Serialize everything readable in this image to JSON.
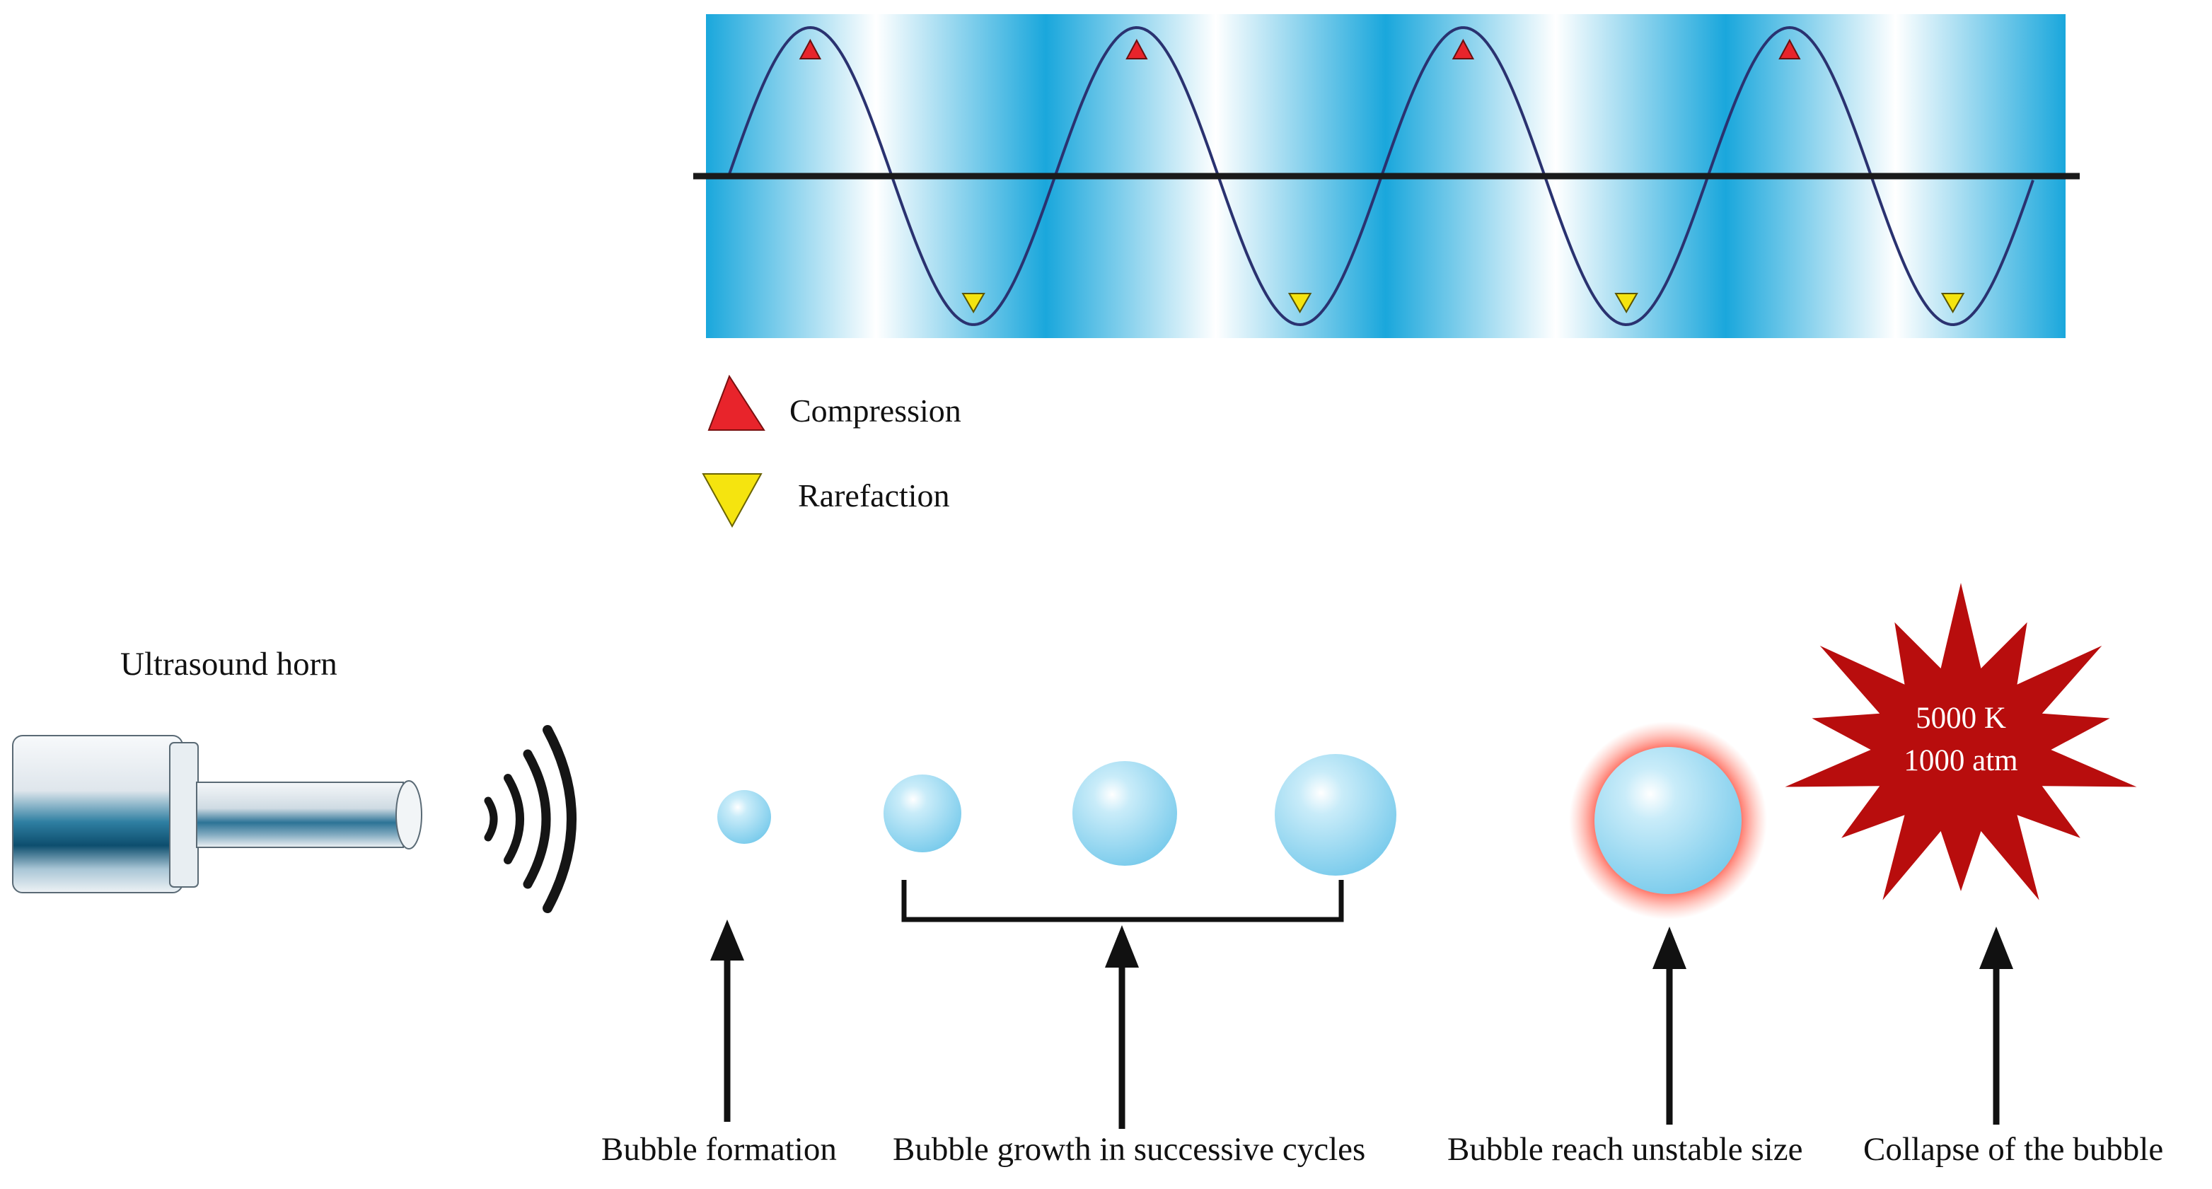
{
  "legend": {
    "compression": "Compression",
    "rarefaction": "Rarefaction"
  },
  "horn": {
    "label": "Ultrasound horn"
  },
  "steps": {
    "formation": "Bubble formation",
    "growth": "Bubble growth in successive cycles",
    "unstable": "Bubble reach unstable size",
    "collapse": "Collapse of the bubble"
  },
  "collapse_conditions": {
    "temperature": "5000 K",
    "pressure": "1000 atm"
  },
  "colors": {
    "compression_marker": "#e8242b",
    "rarefaction_marker": "#f5e40f",
    "wave_band_dark": "#12a8dd",
    "wave_band_light": "#ffffff",
    "wave_line": "#2a3270",
    "bubble": "#8fd4ef",
    "burst": "#b80d0d",
    "unstable_glow": "#ff6a5a"
  },
  "wave": {
    "cycles": 4
  }
}
